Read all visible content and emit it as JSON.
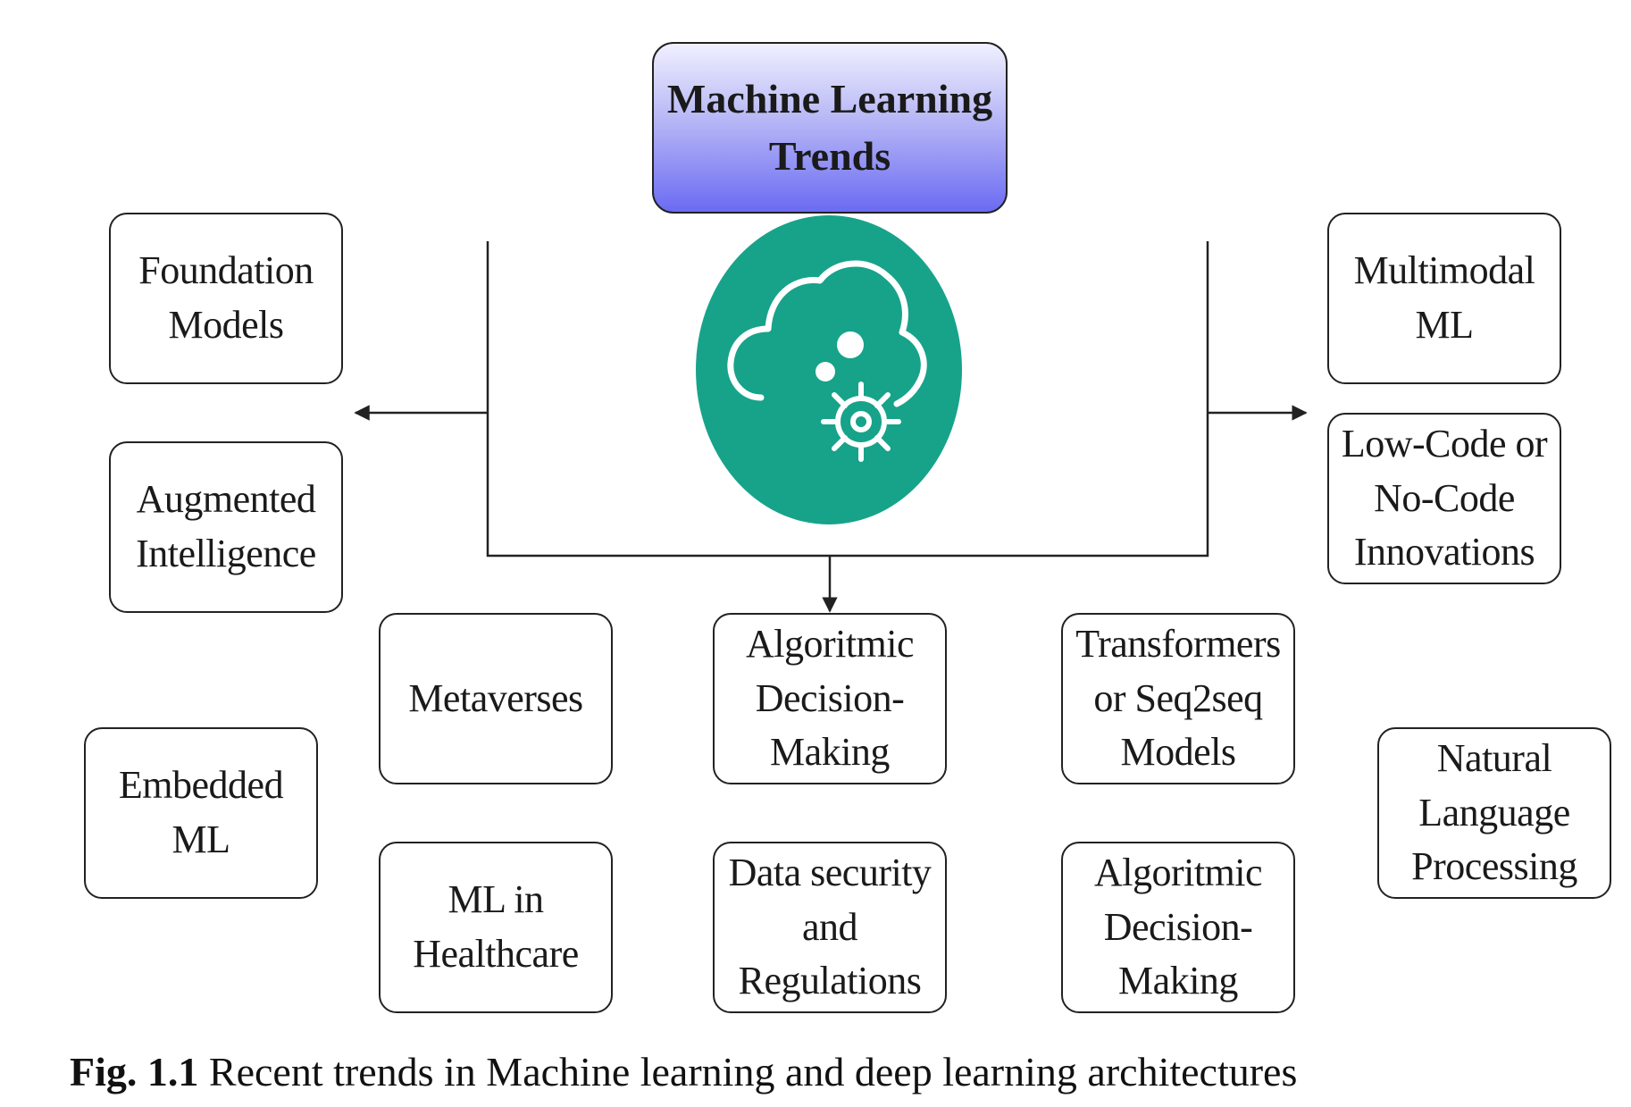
{
  "diagram": {
    "title": "Machine Learning\nTrends",
    "hub_icon": "cloud-gear-icon",
    "colors": {
      "title_gradient_top": "#f0f0ff",
      "title_gradient_bottom": "#6b6bf3",
      "hub_fill": "#16a38a",
      "line": "#222222"
    },
    "left_branch": [
      "Foundation\nModels",
      "Augmented\nIntelligence"
    ],
    "right_branch": [
      "Multimodal\nML",
      "Low-Code or\nNo-Code\nInnovations"
    ],
    "center_branch": [
      "Metaverses",
      "Algoritmic\nDecision-\nMaking",
      "Transformers\nor Seq2seq\nModels",
      "ML in\nHealthcare",
      "Data security\nand\nRegulations",
      "Algoritmic\nDecision-\nMaking"
    ],
    "outer": [
      "Embedded\nML",
      "Natural\nLanguage\nProcessing"
    ]
  },
  "caption": {
    "label": "Fig. 1.1",
    "text": " Recent trends in Machine learning and deep learning architectures"
  }
}
